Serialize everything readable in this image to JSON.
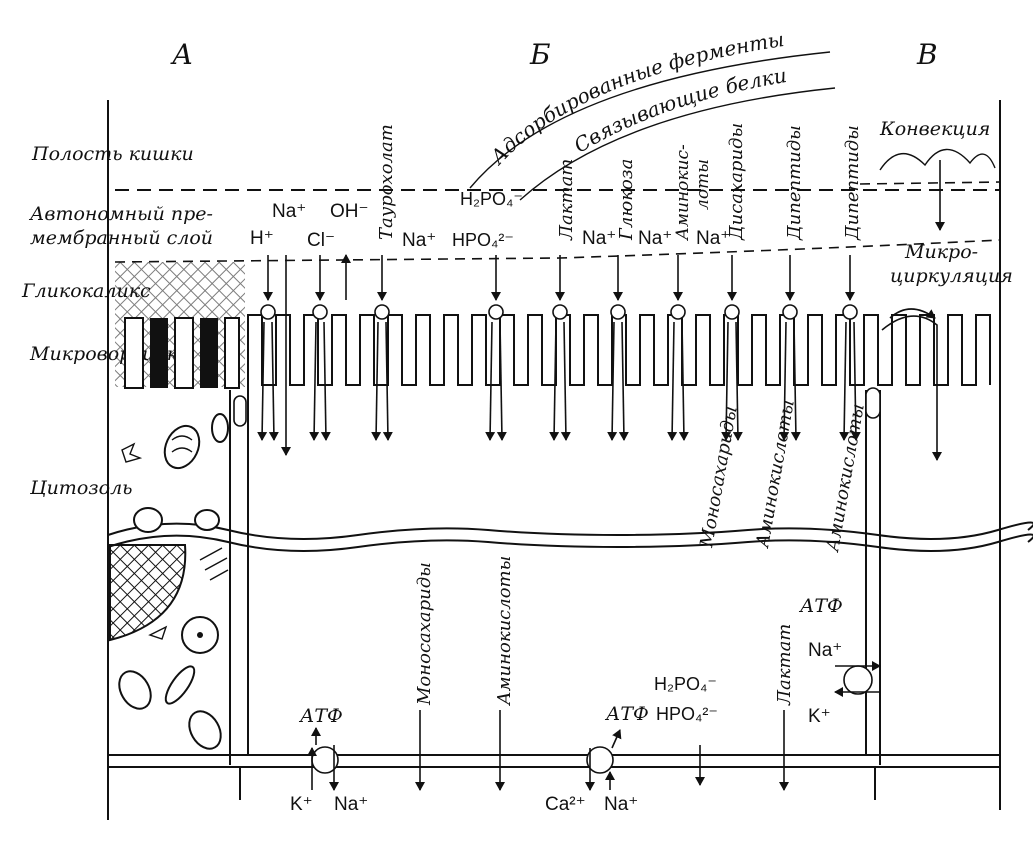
{
  "zone_labels": {
    "a": "А",
    "b": "Б",
    "c": "В"
  },
  "layers": {
    "lumen": "Полость кишки",
    "premembrane_line1": "Автономный пре-",
    "premembrane_line2": "мембранный слой",
    "glycocalyx": "Гликокаликс",
    "microvilli": "Микроворсинки",
    "cytosol": "Цитозоль"
  },
  "arc_labels": {
    "enzymes": "Адсорбированные ферменты",
    "binding_proteins": "Связывающие белки"
  },
  "right_labels": {
    "convection": "Конвекция",
    "microcirculation_line1": "Микро-",
    "microcirculation_line2": "циркуляция"
  },
  "apical_ions": {
    "na": "Na⁺",
    "oh": "OH⁻",
    "h": "H⁺",
    "cl": "Cl⁻",
    "na2": "Na⁺",
    "h2po4": "H₂PO₄⁻",
    "hpo4": "HPO₄²⁻",
    "na3": "Na⁺",
    "na4": "Na⁺",
    "na5": "Na⁺"
  },
  "apical_substrates": {
    "taurocholate": "Таурохолат",
    "lactate": "Лактат",
    "glucose": "Глюкоза",
    "aminoacids_line1": "Аминокис-",
    "aminoacids_line2": "лоты",
    "disaccharides": "Дисахариды",
    "dipeptides1": "Дипептиды",
    "dipeptides2": "Дипептиды"
  },
  "cell_products": {
    "monosaccharides": "Моносахариды",
    "aminoacids": "Аминокислоты",
    "aminoacids2": "Аминокислоты"
  },
  "basal_labels": {
    "monosaccharides": "Моносахариды",
    "aminoacids": "Аминокислоты",
    "lactate": "Лактат",
    "atf1": "АТФ",
    "k1": "K⁺",
    "na1": "Na⁺",
    "h2po4": "H₂PO₄⁻",
    "atf2": "АТФ",
    "hpo4": "HPO₄²⁻",
    "ca": "Ca²⁺",
    "na2": "Na⁺",
    "atf3": "АТФ",
    "na3": "Na⁺",
    "k3": "K⁺"
  }
}
